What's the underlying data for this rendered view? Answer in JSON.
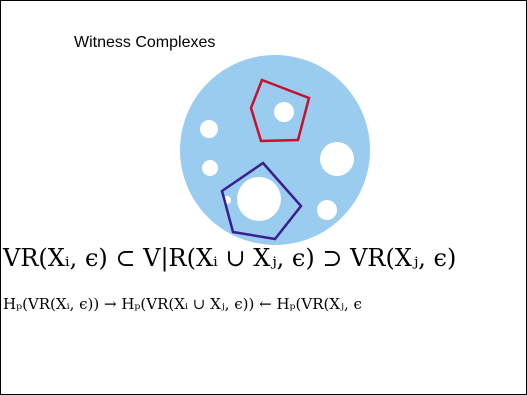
{
  "slide": {
    "title": "Witness Complexes",
    "formula_inclusion": "VR(Xᵢ, ϵ) ⊂ V|R(Xᵢ ∪ Xⱼ, ϵ) ⊃ VR(Xⱼ, ϵ)",
    "formula_homology": "Hₚ(VR(Xᵢ, ϵ)) → Hₚ(VR(Xᵢ ∪ Xⱼ, ϵ)) ← Hₚ(VR(Xⱼ, ϵ"
  },
  "colors": {
    "disk": "#99ccee",
    "hole": "#ffffff",
    "pentagon_red": "#c8102e",
    "pentagon_purple": "#3a1f8f",
    "text": "#000000"
  }
}
